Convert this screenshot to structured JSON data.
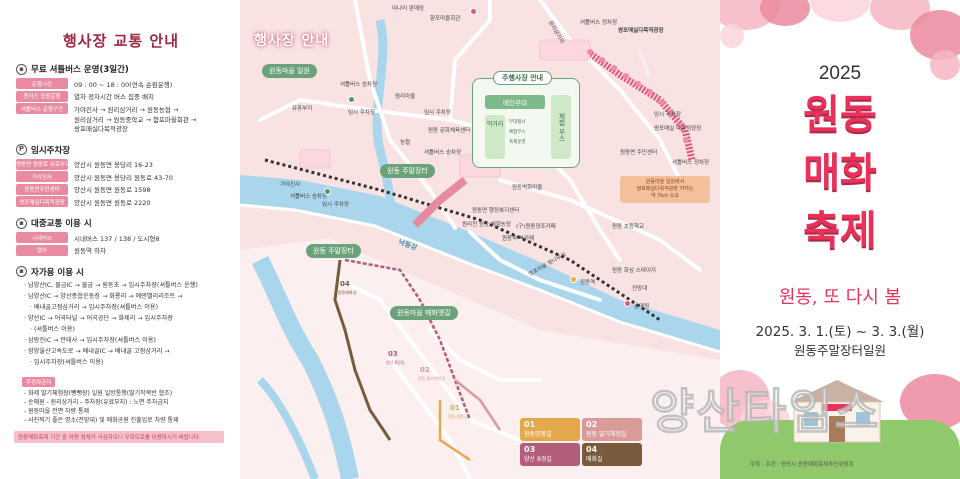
{
  "left": {
    "title": "행사장 교통 안내",
    "shuttle": {
      "heading": "무료 셔틀버스 운영(3일간)",
      "rows": [
        {
          "tag": "운행시간",
          "value": "09 : 00 ~ 18 : 00(연속 순환운행)"
        },
        {
          "tag": "증차긴 집중운행",
          "value": "열차 정차시간 버스 집중 배치"
        },
        {
          "tag": "셔틀버스 운행구간",
          "value": "가야진사 → 원리삼거리 → 원동농협 →"
        }
      ],
      "route_cont": [
        "원리삼거리 → 원동중학교 → 함포마을회관 →",
        "쌍포매실다목적광장"
      ]
    },
    "parking": {
      "heading": "임시주차장",
      "rows": [
        {
          "tag": "원동면 원동로 유료부지",
          "value": "양산시 원동면 용당리 16-23"
        },
        {
          "tag": "가야진사",
          "value": "양산시 원동면 용당리 원동로 43-70"
        },
        {
          "tag": "원동면주민센터",
          "value": "양산시 원동면 원동로 1598"
        },
        {
          "tag": "쌍포매실다목적광장",
          "value": "양산시 원동면 원동로 2220"
        }
      ]
    },
    "transit": {
      "heading": "대중교통 이용 시",
      "rows": [
        {
          "tag": "시내버스",
          "value": "시내버스 137 / 138 / 도시형8"
        },
        {
          "tag": "열차",
          "value": "원동역 하차"
        }
      ]
    },
    "car": {
      "heading": "자가용 이용 시",
      "routes": [
        "남양산IC, 물금IC → 물금 → 원동초 → 임시주차장(셔틀버스 운행)",
        "남양산IC → 양산종합운동장 → 화룡리 → 에덴밸리리조트 →",
        "배내골고점삼거리 → 임시주차장(셔틀버스 이용)",
        "양산IC → 어곡터널 → 어곡공단 → 화제리 → 임시주차장",
        "(셔틀버스 이용)",
        "삼랑진IC → 안태사 → 임시주차장(셔틀버스 이용)",
        "함양울산고속도로 → 배내골IC → 배내골 고점삼거리 →",
        "임시주차장(셔틀버스 이용)"
      ],
      "warn_tag": "주정차금지",
      "warnings": [
        "화제 딸기체험장(뺑뻥장) 일원 일방통행(딸기작목반 협조)",
        "순매원 - 원리삼거리 - 주차장(유료부지) : 노면 주차금지",
        "원동마을 전면 차량 통제",
        "사진찍기 좋은 명소(전망대) 및 매화공원 진출입로 차량 통제"
      ]
    },
    "notice": "원동매화축제 기간 중 차량 정체가 극심하오니 우회도로를 이용하시기 바랍니다."
  },
  "map": {
    "title": "행사장 안내",
    "pill_village": "원동마을 일원",
    "pill_market": "원동 주말장터",
    "pill_road": "원동마을 매화옛길",
    "pill_market2": "원동 주말장터",
    "stage": {
      "title": "주행사장 안내",
      "main": "메인무대",
      "side": "체험 부스",
      "food": "먹거리",
      "small1": "부대행사",
      "small2": "체험부스",
      "small3": "축제운영"
    },
    "places": {
      "mulrifarm": "미나리 판매장",
      "hamfo": "함포마을회관",
      "wonri": "원리마을",
      "jyu": "유휴부지",
      "shuttle1": "셔틀버스 승차장",
      "wondongcenter": "원동 문화체육센터",
      "temp1": "임시 주차장",
      "nonghyup": "농협",
      "shuttle2": "셔틀버스 승차장",
      "maehwagil": "원동벽화마을",
      "gaya": "가야진사",
      "shuttle3": "셔틀버스 승차장",
      "temp2": "임시 주차장",
      "admin": "원동면 행정복지센터",
      "garden": "원리천 원동 체험농장",
      "cafe": "(구)원동양조카페",
      "bookcafe": "원동학 북카페",
      "school": "원동 초등학교",
      "station": "원동역",
      "jeonmang": "전망대",
      "sunmae": "순매원",
      "shuttle4": "셔틀버스 정차장",
      "ssangpo": "쌍포매실다목적광장",
      "ssangpo2": "쌍포매실 다목적광장",
      "temp3": "임시 주차장",
      "center": "원동면 주민센터",
      "hwasim": "원동 화심 스테이지",
      "wonri_road": "원리삼거리",
      "riverroad": "낙동강",
      "maewongil": "영포마을 벚나무길",
      "sonmae_vert": "원동매화축제",
      "bus_stop": "셔틀버스 정차장",
      "temp4": "임시 주차장"
    },
    "note": [
      "원동마을 일원에서",
      "쌍포매실다목적광장 까지는",
      "약 7km 소요"
    ],
    "routes": [
      {
        "num": "04",
        "name": "매화길",
        "sub": "원동매화길"
      },
      {
        "num": "03",
        "name": "",
        "sub": "양산 8경길"
      },
      {
        "num": "02",
        "name": "",
        "sub": "원동 딸기체험길"
      },
      {
        "num": "01",
        "name": "",
        "sub": "원동 명품길"
      }
    ],
    "legend": [
      {
        "num": "01",
        "name": "원동명품길",
        "color": "#e5a94d"
      },
      {
        "num": "02",
        "name": "원동 딸기체험길",
        "color": "#d99a9a"
      },
      {
        "num": "03",
        "name": "양산 8경길",
        "color": "#b45c7b"
      },
      {
        "num": "04",
        "name": "매화길",
        "color": "#7a5a3c"
      }
    ]
  },
  "right": {
    "year": "2025",
    "title_1": "원동",
    "title_2": "매화",
    "title_3": "축제",
    "slogan": "원동, 또 다시 봄",
    "date": "2025. 3. 1.(토) ~ 3. 3.(월)",
    "venue": "원동주말장터일원",
    "host": "주최 : 주관 :  양산시  원동매화축제추진위원회",
    "watermark": "양산타임스"
  }
}
